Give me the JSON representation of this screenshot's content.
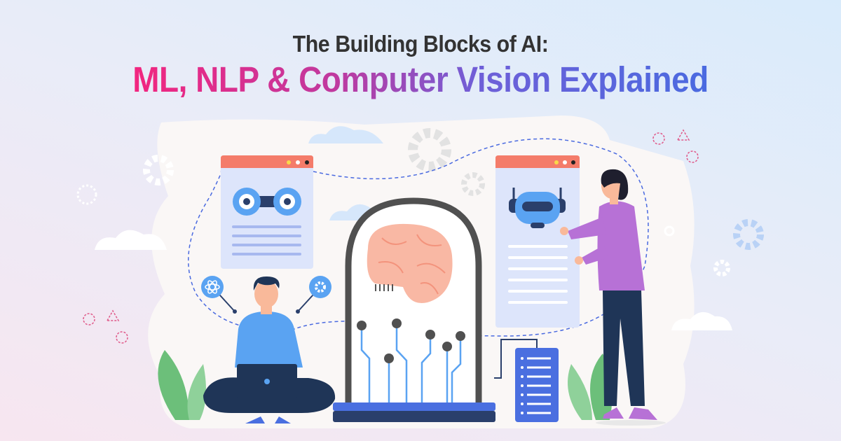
{
  "header": {
    "title_line1": "The Building Blocks of AI:",
    "title_line2": "ML, NLP & Computer Vision Explained"
  },
  "colors": {
    "gradient_start": "#f2267f",
    "gradient_end": "#4a6ae0",
    "window_header": "#f47c6a",
    "window_body": "#dde5fb",
    "brain": "#f9b8a4",
    "navy": "#2a3f6b",
    "accent_blue": "#4a6fe0"
  },
  "illustration": {
    "elements": [
      "vision-window-icon",
      "chatbot-window-icon",
      "brain-dome-icon",
      "server-icon",
      "person-with-laptop",
      "woman-presenting",
      "gear-icon",
      "cloud-icon",
      "atom-icon",
      "plant-icon"
    ]
  }
}
